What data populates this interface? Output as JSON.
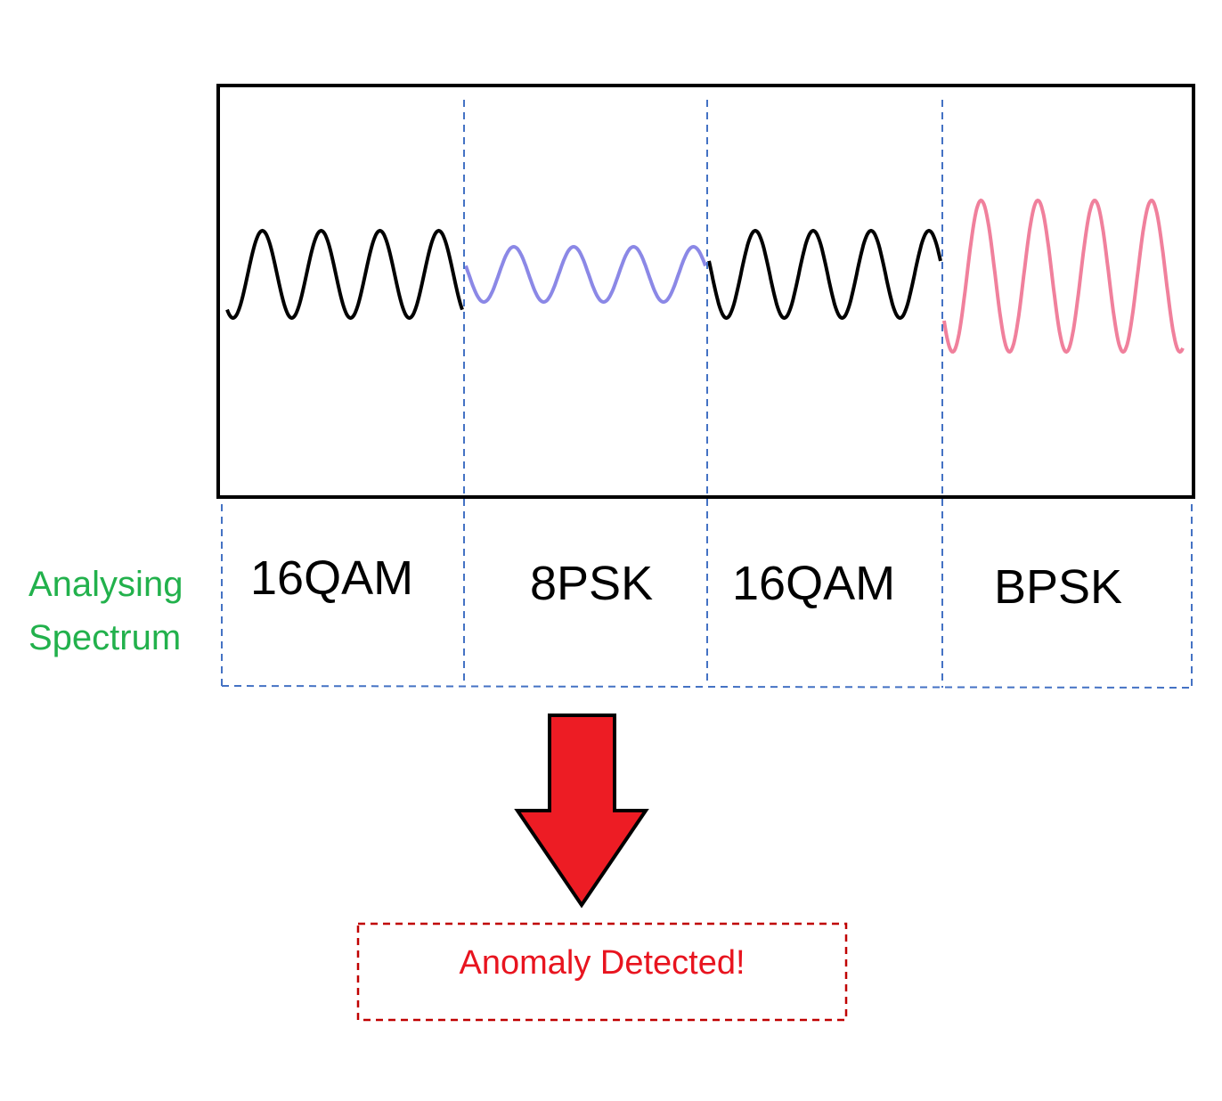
{
  "side_label": {
    "line1": "Analysing",
    "line2": "Spectrum"
  },
  "segments": [
    {
      "label": "16QAM",
      "wave_color": "#000000"
    },
    {
      "label": "8PSK",
      "wave_color": "#8b88e6"
    },
    {
      "label": "16QAM",
      "wave_color": "#000000"
    },
    {
      "label": "BPSK",
      "wave_color": "#f0809c"
    }
  ],
  "alert": {
    "text": "Anomaly Detected!",
    "color": "#e8141f"
  },
  "colors": {
    "divider": "#4472c4",
    "arrow": "#ed1c24",
    "alert_border": "#c00000",
    "label_green": "#22b14c"
  },
  "arrow_icon": "down-arrow-icon"
}
